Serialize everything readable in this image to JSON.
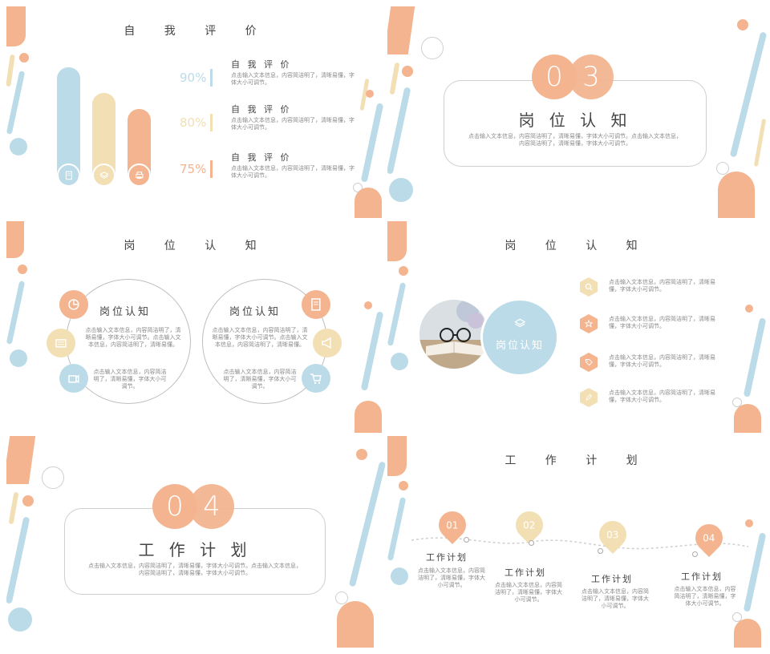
{
  "slide1": {
    "title": "自 我 评 价",
    "items": [
      {
        "percent": "90%",
        "heading": "自 我 评 价",
        "text": "点击输入文本信息，内容简洁明了，清晰易懂，字体大小可调节。",
        "color": "#bcdbe8"
      },
      {
        "percent": "80%",
        "heading": "自 我 评 价",
        "text": "点击输入文本信息，内容简洁明了，清晰易懂，字体大小可调节。",
        "color": "#f2dfb4"
      },
      {
        "percent": "75%",
        "heading": "自 我 评 价",
        "text": "点击输入文本信息，内容简洁明了，清晰易懂，字体大小可调节。",
        "color": "#f3b48f"
      }
    ],
    "icons": [
      "document-icon",
      "layers-icon",
      "printer-icon"
    ]
  },
  "slide2": {
    "digit1": "0",
    "digit2": "3",
    "heading": "岗 位 认 知",
    "text": "点击输入文本信息，内容简洁明了，清晰易懂，字体大小可调节。点击输入文本信息，内容简洁明了，清晰易懂，字体大小可调节。"
  },
  "slide3": {
    "title": "岗 位 认 知",
    "left": {
      "heading": "岗位认知",
      "text1": "点击输入文本信息，内容简洁明了，清晰易懂，字体大小可调节。点击输入文本信息，内容简洁明了，清晰易懂。",
      "text2": "点击输入文本信息，内容简洁明了，清晰易懂，字体大小可调节。"
    },
    "right": {
      "heading": "岗位认知",
      "text1": "点击输入文本信息，内容简洁明了，清晰易懂，字体大小可调节。点击输入文本信息，内容简洁明了，清晰易懂。",
      "text2": "点击输入文本信息，内容简洁明了，清晰易懂，字体大小可调节。"
    }
  },
  "slide4": {
    "title": "岗 位 认 知",
    "circle_label": "岗位认知",
    "items": [
      {
        "text": "点击输入文本信息，内容简洁明了，清晰易懂，字体大小可调节。",
        "color": "#f2dfb4",
        "icon": "search-icon"
      },
      {
        "text": "点击输入文本信息，内容简洁明了，清晰易懂，字体大小可调节。",
        "color": "#f3b48f",
        "icon": "star-icon"
      },
      {
        "text": "点击输入文本信息，内容简洁明了，清晰易懂，字体大小可调节。",
        "color": "#f3b48f",
        "icon": "tag-icon"
      },
      {
        "text": "点击输入文本信息，内容简洁明了，清晰易懂，字体大小可调节。",
        "color": "#f2dfb4",
        "icon": "pencil-icon"
      }
    ]
  },
  "slide5": {
    "digit1": "0",
    "digit2": "4",
    "heading": "工 作 计 划",
    "text": "点击输入文本信息，内容简洁明了，清晰易懂，字体大小可调节。点击输入文本信息，内容简洁明了，清晰易懂，字体大小可调节。"
  },
  "slide6": {
    "title": "工 作 计 划",
    "steps": [
      {
        "num": "01",
        "heading": "工作计划",
        "text": "点击输入文本信息，内容简洁明了，清晰易懂，字体大小可调节。"
      },
      {
        "num": "02",
        "heading": "工作计划",
        "text": "点击输入文本信息，内容简洁明了，清晰易懂，字体大小可调节。"
      },
      {
        "num": "03",
        "heading": "工作计划",
        "text": "点击输入文本信息，内容简洁明了，清晰易懂，字体大小可调节。"
      },
      {
        "num": "04",
        "heading": "工作计划",
        "text": "点击输入文本信息，内容简洁明了，清晰易懂，字体大小可调节。"
      }
    ]
  },
  "colors": {
    "blue": "#bcdbe8",
    "peach": "#f3b48f",
    "cream": "#f2dfb4"
  }
}
